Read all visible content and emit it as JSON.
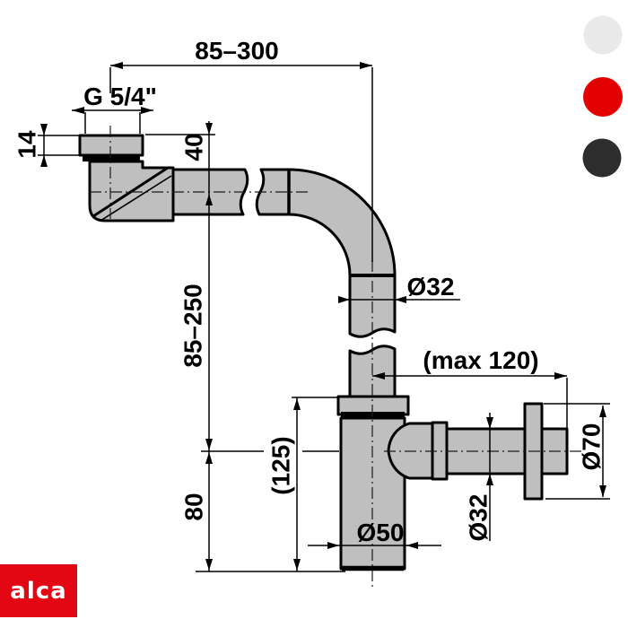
{
  "drawing": {
    "subject": "bottle-trap-technical-drawing",
    "dimensions": {
      "top_span": "85–300",
      "thread_size": "G 5/4\"",
      "nut_height": "14",
      "drop_to_axis": "40",
      "riser_range": "85–250",
      "riser_diameter": "Ø32",
      "wall_clearance": "(max 120)",
      "body_total_height": "(125)",
      "body_lower_height": "80",
      "cup_diameter": "Ø50",
      "outlet_diameter": "Ø32",
      "rosette_diameter": "Ø70"
    }
  },
  "swatches": {
    "items": [
      {
        "name": "white",
        "color": "#e9e9e9"
      },
      {
        "name": "red",
        "color": "#e30000"
      },
      {
        "name": "black",
        "color": "#2d2d2d"
      }
    ]
  },
  "logo": {
    "text": "alca",
    "background": "#e30613",
    "text_color": "#ffffff"
  },
  "colors": {
    "pipe_fill": "#bfbfbf",
    "outline": "#000000",
    "background": "#ffffff"
  }
}
